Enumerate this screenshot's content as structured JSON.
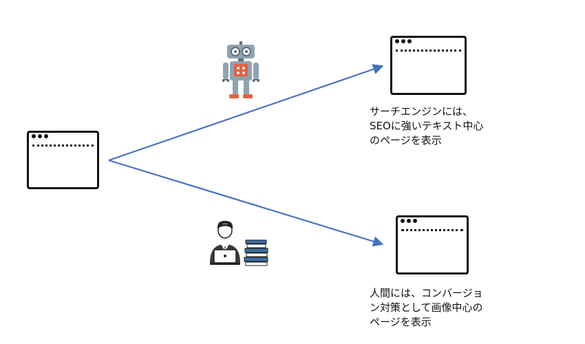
{
  "diagram": {
    "source_node": {
      "name": "source-page"
    },
    "targets": [
      {
        "name": "search-engine-page",
        "viewer": "robot-icon",
        "caption": "サーチエンジンには、\nSEOに強いテキスト中心\nのページを表示"
      },
      {
        "name": "human-page",
        "viewer": "person-with-laptop-icon",
        "caption": "人間には、コンバージョ\nン対策として画像中心の\nページを表示"
      }
    ],
    "colors": {
      "arrow": "#4472C4",
      "outline": "#111111",
      "robot_body": "#8FA3B0",
      "robot_chest": "#E95E3F",
      "robot_dark": "#5E6E79",
      "books": "#3A6E9E"
    }
  }
}
